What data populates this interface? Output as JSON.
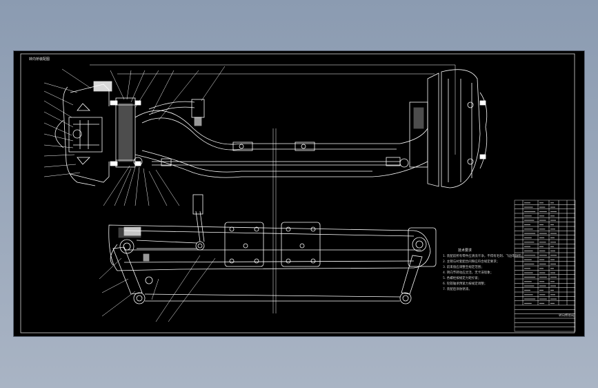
{
  "drawing": {
    "corner_title": "转向桥装配图",
    "notes_title": "技术要求",
    "notes": [
      "1. 装配前所有零件应清洗干净，不得有毛刺、飞边等缺陷；",
      "2. 主销与衬套配合间隙应符合规定要求；",
      "3. 前束值应调整至规定范围；",
      "4. 转向节转动应灵活，无卡滞现象；",
      "5. 各螺栓按规定力矩拧紧；",
      "6. 轮毂轴承预紧力按规定调整；",
      "7. 装配后涂防锈漆。"
    ],
    "title_block_name": "转向桥总成"
  },
  "colors": {
    "background": "#000000",
    "line": "#ffffff",
    "frame": "#d8d8d8"
  }
}
